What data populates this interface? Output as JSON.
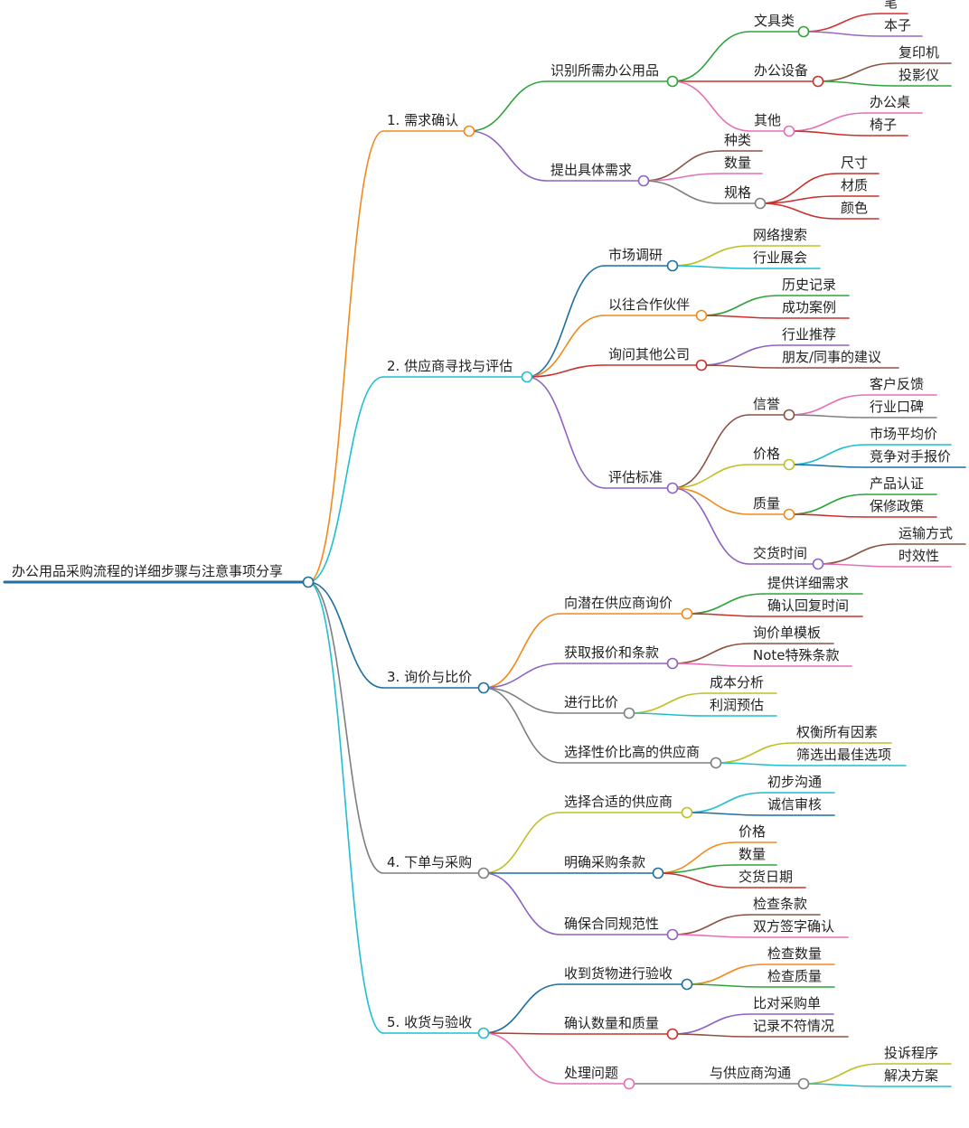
{
  "mindmap": {
    "root": {
      "label": "办公用品采购流程的详细步骤与注意事项分享",
      "color": "#1f6fa0",
      "children": [
        {
          "label": "1. 需求确认",
          "color": "#f08a1c",
          "children": [
            {
              "label": "识别所需办公用品",
              "color": "#2ea33a",
              "children": [
                {
                  "label": "文具类",
                  "color": "#2ea33a",
                  "children": [
                    {
                      "label": "笔",
                      "color": "#d62f2f"
                    },
                    {
                      "label": "本子",
                      "color": "#9b66c6"
                    }
                  ]
                },
                {
                  "label": "办公设备",
                  "color": "#c9302c",
                  "children": [
                    {
                      "label": "复印机",
                      "color": "#8c5243"
                    },
                    {
                      "label": "投影仪",
                      "color": "#2ea33a"
                    }
                  ]
                },
                {
                  "label": "其他",
                  "color": "#e56fb5",
                  "children": [
                    {
                      "label": "办公桌",
                      "color": "#e56fb5"
                    },
                    {
                      "label": "椅子",
                      "color": "#c9302c"
                    }
                  ]
                }
              ]
            },
            {
              "label": "提出具体需求",
              "color": "#8e62c2",
              "children": [
                {
                  "label": "种类",
                  "color": "#8c5243"
                },
                {
                  "label": "数量",
                  "color": "#e56fb5"
                },
                {
                  "label": "规格",
                  "color": "#7f7f7f",
                  "children": [
                    {
                      "label": "尺寸",
                      "color": "#c9302c"
                    },
                    {
                      "label": "材质",
                      "color": "#c9302c"
                    },
                    {
                      "label": "颜色",
                      "color": "#c9302c"
                    }
                  ]
                }
              ]
            }
          ]
        },
        {
          "label": "2. 供应商寻找与评估",
          "color": "#1fbfd0",
          "children": [
            {
              "label": "市场调研",
              "color": "#1f6fa0",
              "children": [
                {
                  "label": "网络搜索",
                  "color": "#bfbf26"
                },
                {
                  "label": "行业展会",
                  "color": "#1fbfd0"
                }
              ]
            },
            {
              "label": "以往合作伙伴",
              "color": "#f08a1c",
              "children": [
                {
                  "label": "历史记录",
                  "color": "#2ea33a"
                },
                {
                  "label": "成功案例",
                  "color": "#c9302c"
                }
              ]
            },
            {
              "label": "询问其他公司",
              "color": "#c9302c",
              "children": [
                {
                  "label": "行业推荐",
                  "color": "#8e62c2"
                },
                {
                  "label": "朋友/同事的建议",
                  "color": "#8c5243"
                }
              ]
            },
            {
              "label": "评估标准",
              "color": "#8e62c2",
              "children": [
                {
                  "label": "信誉",
                  "color": "#8c5243",
                  "children": [
                    {
                      "label": "客户反馈",
                      "color": "#e56fb5"
                    },
                    {
                      "label": "行业口碑",
                      "color": "#7f7f7f"
                    }
                  ]
                },
                {
                  "label": "价格",
                  "color": "#bfbf26",
                  "children": [
                    {
                      "label": "市场平均价",
                      "color": "#1fbfd0"
                    },
                    {
                      "label": "竞争对手报价",
                      "color": "#1f6fa0"
                    }
                  ]
                },
                {
                  "label": "质量",
                  "color": "#f08a1c",
                  "children": [
                    {
                      "label": "产品认证",
                      "color": "#2ea33a"
                    },
                    {
                      "label": "保修政策",
                      "color": "#c9302c"
                    }
                  ]
                },
                {
                  "label": "交货时间",
                  "color": "#8e62c2",
                  "children": [
                    {
                      "label": "运输方式",
                      "color": "#8c5243"
                    },
                    {
                      "label": "时效性",
                      "color": "#e56fb5"
                    }
                  ]
                }
              ]
            }
          ]
        },
        {
          "label": "3. 询价与比价",
          "color": "#1f6fa0",
          "children": [
            {
              "label": "向潜在供应商询价",
              "color": "#f08a1c",
              "children": [
                {
                  "label": "提供详细需求",
                  "color": "#2ea33a"
                },
                {
                  "label": "确认回复时间",
                  "color": "#c9302c"
                }
              ]
            },
            {
              "label": "获取报价和条款",
              "color": "#8e62c2",
              "children": [
                {
                  "label": "询价单模板",
                  "color": "#8c5243"
                },
                {
                  "label": "Note特殊条款",
                  "color": "#e56fb5"
                }
              ]
            },
            {
              "label": "进行比价",
              "color": "#7f7f7f",
              "children": [
                {
                  "label": "成本分析",
                  "color": "#bfbf26"
                },
                {
                  "label": "利润预估",
                  "color": "#1fbfd0"
                }
              ]
            },
            {
              "label": "选择性价比高的供应商",
              "color": "#7f7f7f",
              "children": [
                {
                  "label": "权衡所有因素",
                  "color": "#bfbf26"
                },
                {
                  "label": "筛选出最佳选项",
                  "color": "#1fbfd0"
                }
              ]
            }
          ]
        },
        {
          "label": "4. 下单与采购",
          "color": "#7f7f7f",
          "children": [
            {
              "label": "选择合适的供应商",
              "color": "#bfbf26",
              "children": [
                {
                  "label": "初步沟通",
                  "color": "#1fbfd0"
                },
                {
                  "label": "诚信审核",
                  "color": "#1f6fa0"
                }
              ]
            },
            {
              "label": "明确采购条款",
              "color": "#1f6fa0",
              "children": [
                {
                  "label": "价格",
                  "color": "#f08a1c"
                },
                {
                  "label": "数量",
                  "color": "#2ea33a"
                },
                {
                  "label": "交货日期",
                  "color": "#c9302c"
                }
              ]
            },
            {
              "label": "确保合同规范性",
              "color": "#8e62c2",
              "children": [
                {
                  "label": "检查条款",
                  "color": "#8c5243"
                },
                {
                  "label": "双方签字确认",
                  "color": "#e56fb5"
                }
              ]
            }
          ]
        },
        {
          "label": "5. 收货与验收",
          "color": "#1fbfd0",
          "children": [
            {
              "label": "收到货物进行验收",
              "color": "#1f6fa0",
              "children": [
                {
                  "label": "检查数量",
                  "color": "#f08a1c"
                },
                {
                  "label": "检查质量",
                  "color": "#2ea33a"
                }
              ]
            },
            {
              "label": "确认数量和质量",
              "color": "#c9302c",
              "children": [
                {
                  "label": "比对采购单",
                  "color": "#8e62c2"
                },
                {
                  "label": "记录不符情况",
                  "color": "#8c5243"
                }
              ]
            },
            {
              "label": "处理问题",
              "color": "#e56fb5",
              "children": [
                {
                  "label": "与供应商沟通",
                  "color": "#7f7f7f",
                  "children": [
                    {
                      "label": "投诉程序",
                      "color": "#bfbf26"
                    },
                    {
                      "label": "解决方案",
                      "color": "#1fbfd0"
                    }
                  ]
                }
              ]
            }
          ]
        }
      ]
    }
  }
}
